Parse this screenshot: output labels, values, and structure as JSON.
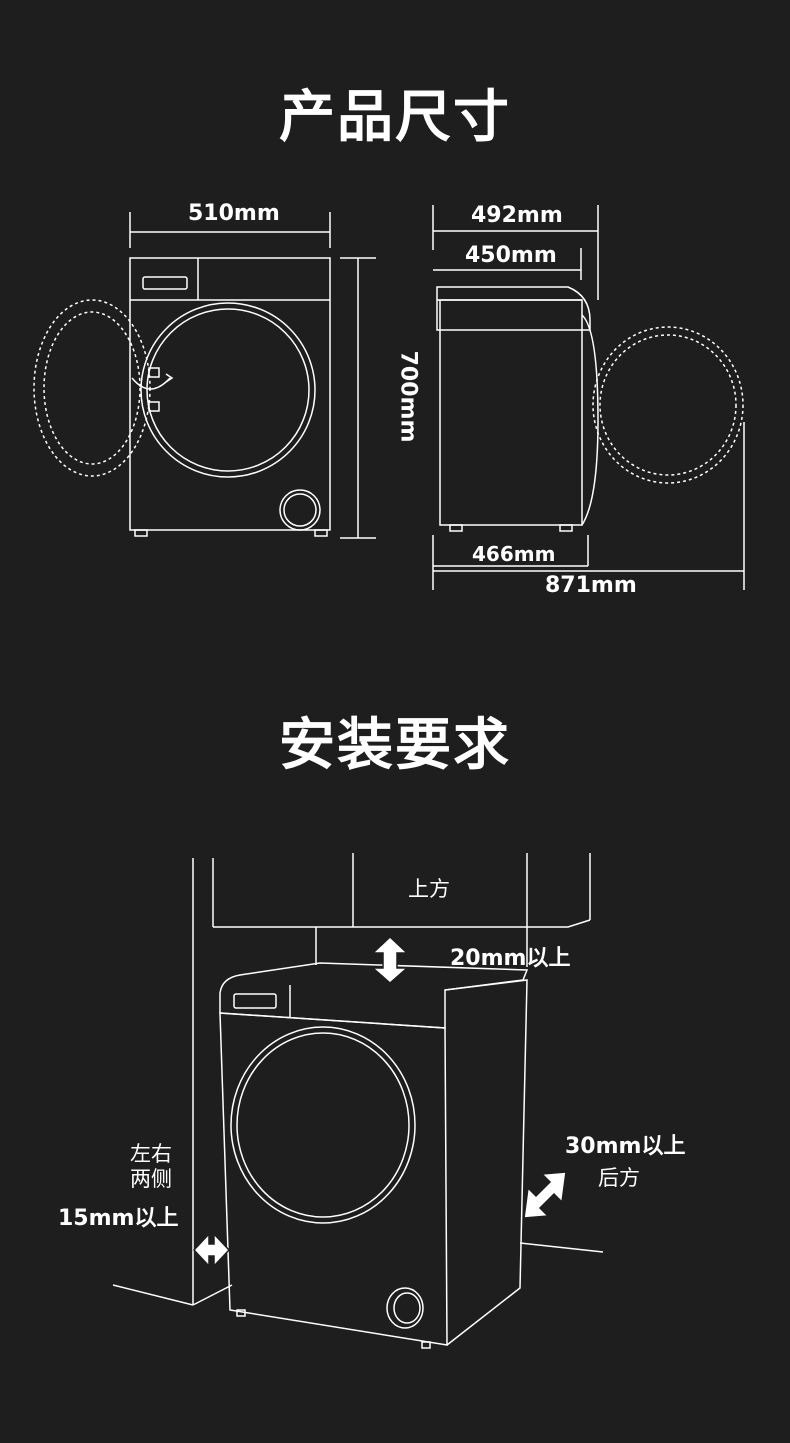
{
  "titles": {
    "dimensions": "产品尺寸",
    "installation": "安装要求"
  },
  "dimensions": {
    "front_width": "510mm",
    "height": "700mm",
    "side_total_depth": "492mm",
    "side_body_depth": "450mm",
    "side_base_depth": "466mm",
    "door_open_depth": "871mm"
  },
  "installation": {
    "top_label": "上方",
    "top_clearance": "20mm以上",
    "side_label_line1": "左右",
    "side_label_line2": "两侧",
    "side_clearance": "15mm以上",
    "back_clearance": "30mm以上",
    "back_label": "后方"
  },
  "colors": {
    "background": "#1e1e1e",
    "line": "#ffffff"
  }
}
